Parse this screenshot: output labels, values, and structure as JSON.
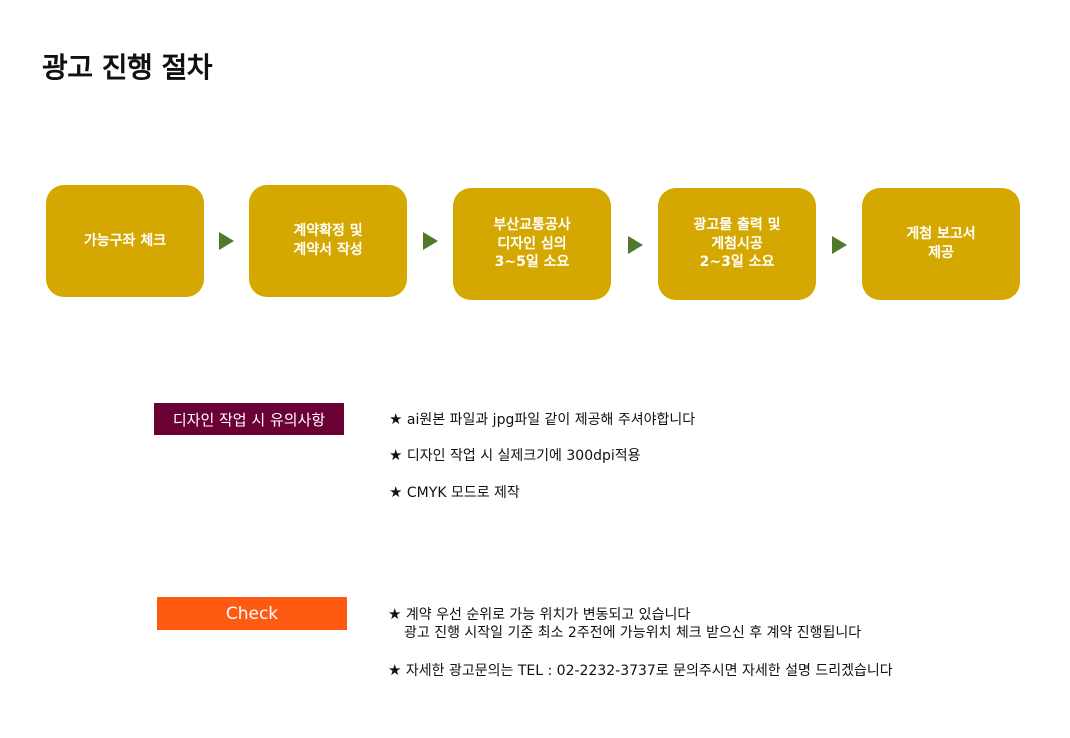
{
  "page": {
    "title": "광고 진행 절차"
  },
  "steps": [
    {
      "label": "가능구좌 체크"
    },
    {
      "label": "계약확정 및\n계약서 작성"
    },
    {
      "label": "부산교통공사\n디자인 심의\n3~5일 소요"
    },
    {
      "label": "광고물 출력 및\n게첨시공\n2~3일 소요"
    },
    {
      "label": "게첨 보고서\n제공"
    }
  ],
  "design_notes": {
    "label": "디자인 작업 시 유의사항",
    "items": [
      "ai원본 파일과 jpg파일 같이 제공해 주셔야합니다",
      "디자인 작업 시 실제크기에 300dpi적용",
      "CMYK 모드로 제작"
    ]
  },
  "check": {
    "label": "Check",
    "items": [
      "계약 우선 순위로 가능 위치가 변동되고 있습니다",
      "광고 진행 시작일 기준 최소 2주전에 가능위치 체크 받으신 후 계약 진행됩니다",
      "자세한 광고문의는 TEL : 02-2232-3737로 문의주시면 자세한 설명 드리겠습니다"
    ]
  },
  "icons": {
    "bullet": "★",
    "step_arrow": "triangle-right"
  },
  "colors": {
    "step": "#d4a800",
    "arrow": "#4f7a2c",
    "notes_tag": "#6b0034",
    "check_tag": "#ff5a12"
  }
}
